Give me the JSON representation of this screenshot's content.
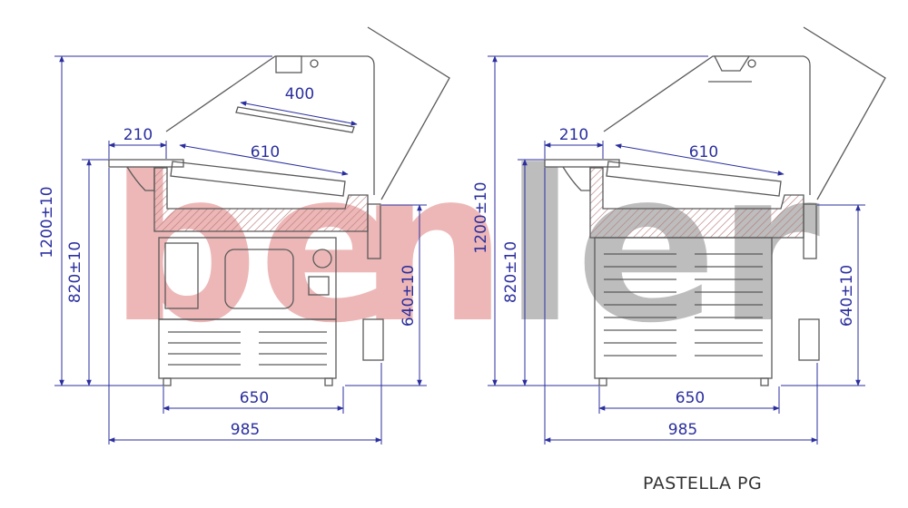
{
  "brand": {
    "watermark": "benler",
    "watermark_colors": {
      "be": "#e7a0a0",
      "n": "#e7a0a0",
      "ler": "#a8a8a8"
    }
  },
  "colors": {
    "dimension": "#2b2f9e",
    "outline": "#5a5a5a",
    "hatch": "#b87878"
  },
  "left_view": {
    "dims": {
      "height_total": "1200±10",
      "height_counter": "820±10",
      "height_ledge": "640±10",
      "shelf_top": "400",
      "ledge": "210",
      "pan_width": "610",
      "base_width": "650",
      "overall_width": "985"
    }
  },
  "right_view": {
    "dims": {
      "height_total": "1200±10",
      "height_counter": "820±10",
      "height_ledge": "640±10",
      "ledge": "210",
      "pan_width": "610",
      "base_width": "650",
      "overall_width": "985"
    }
  },
  "model_name": "PASTELLA PG"
}
